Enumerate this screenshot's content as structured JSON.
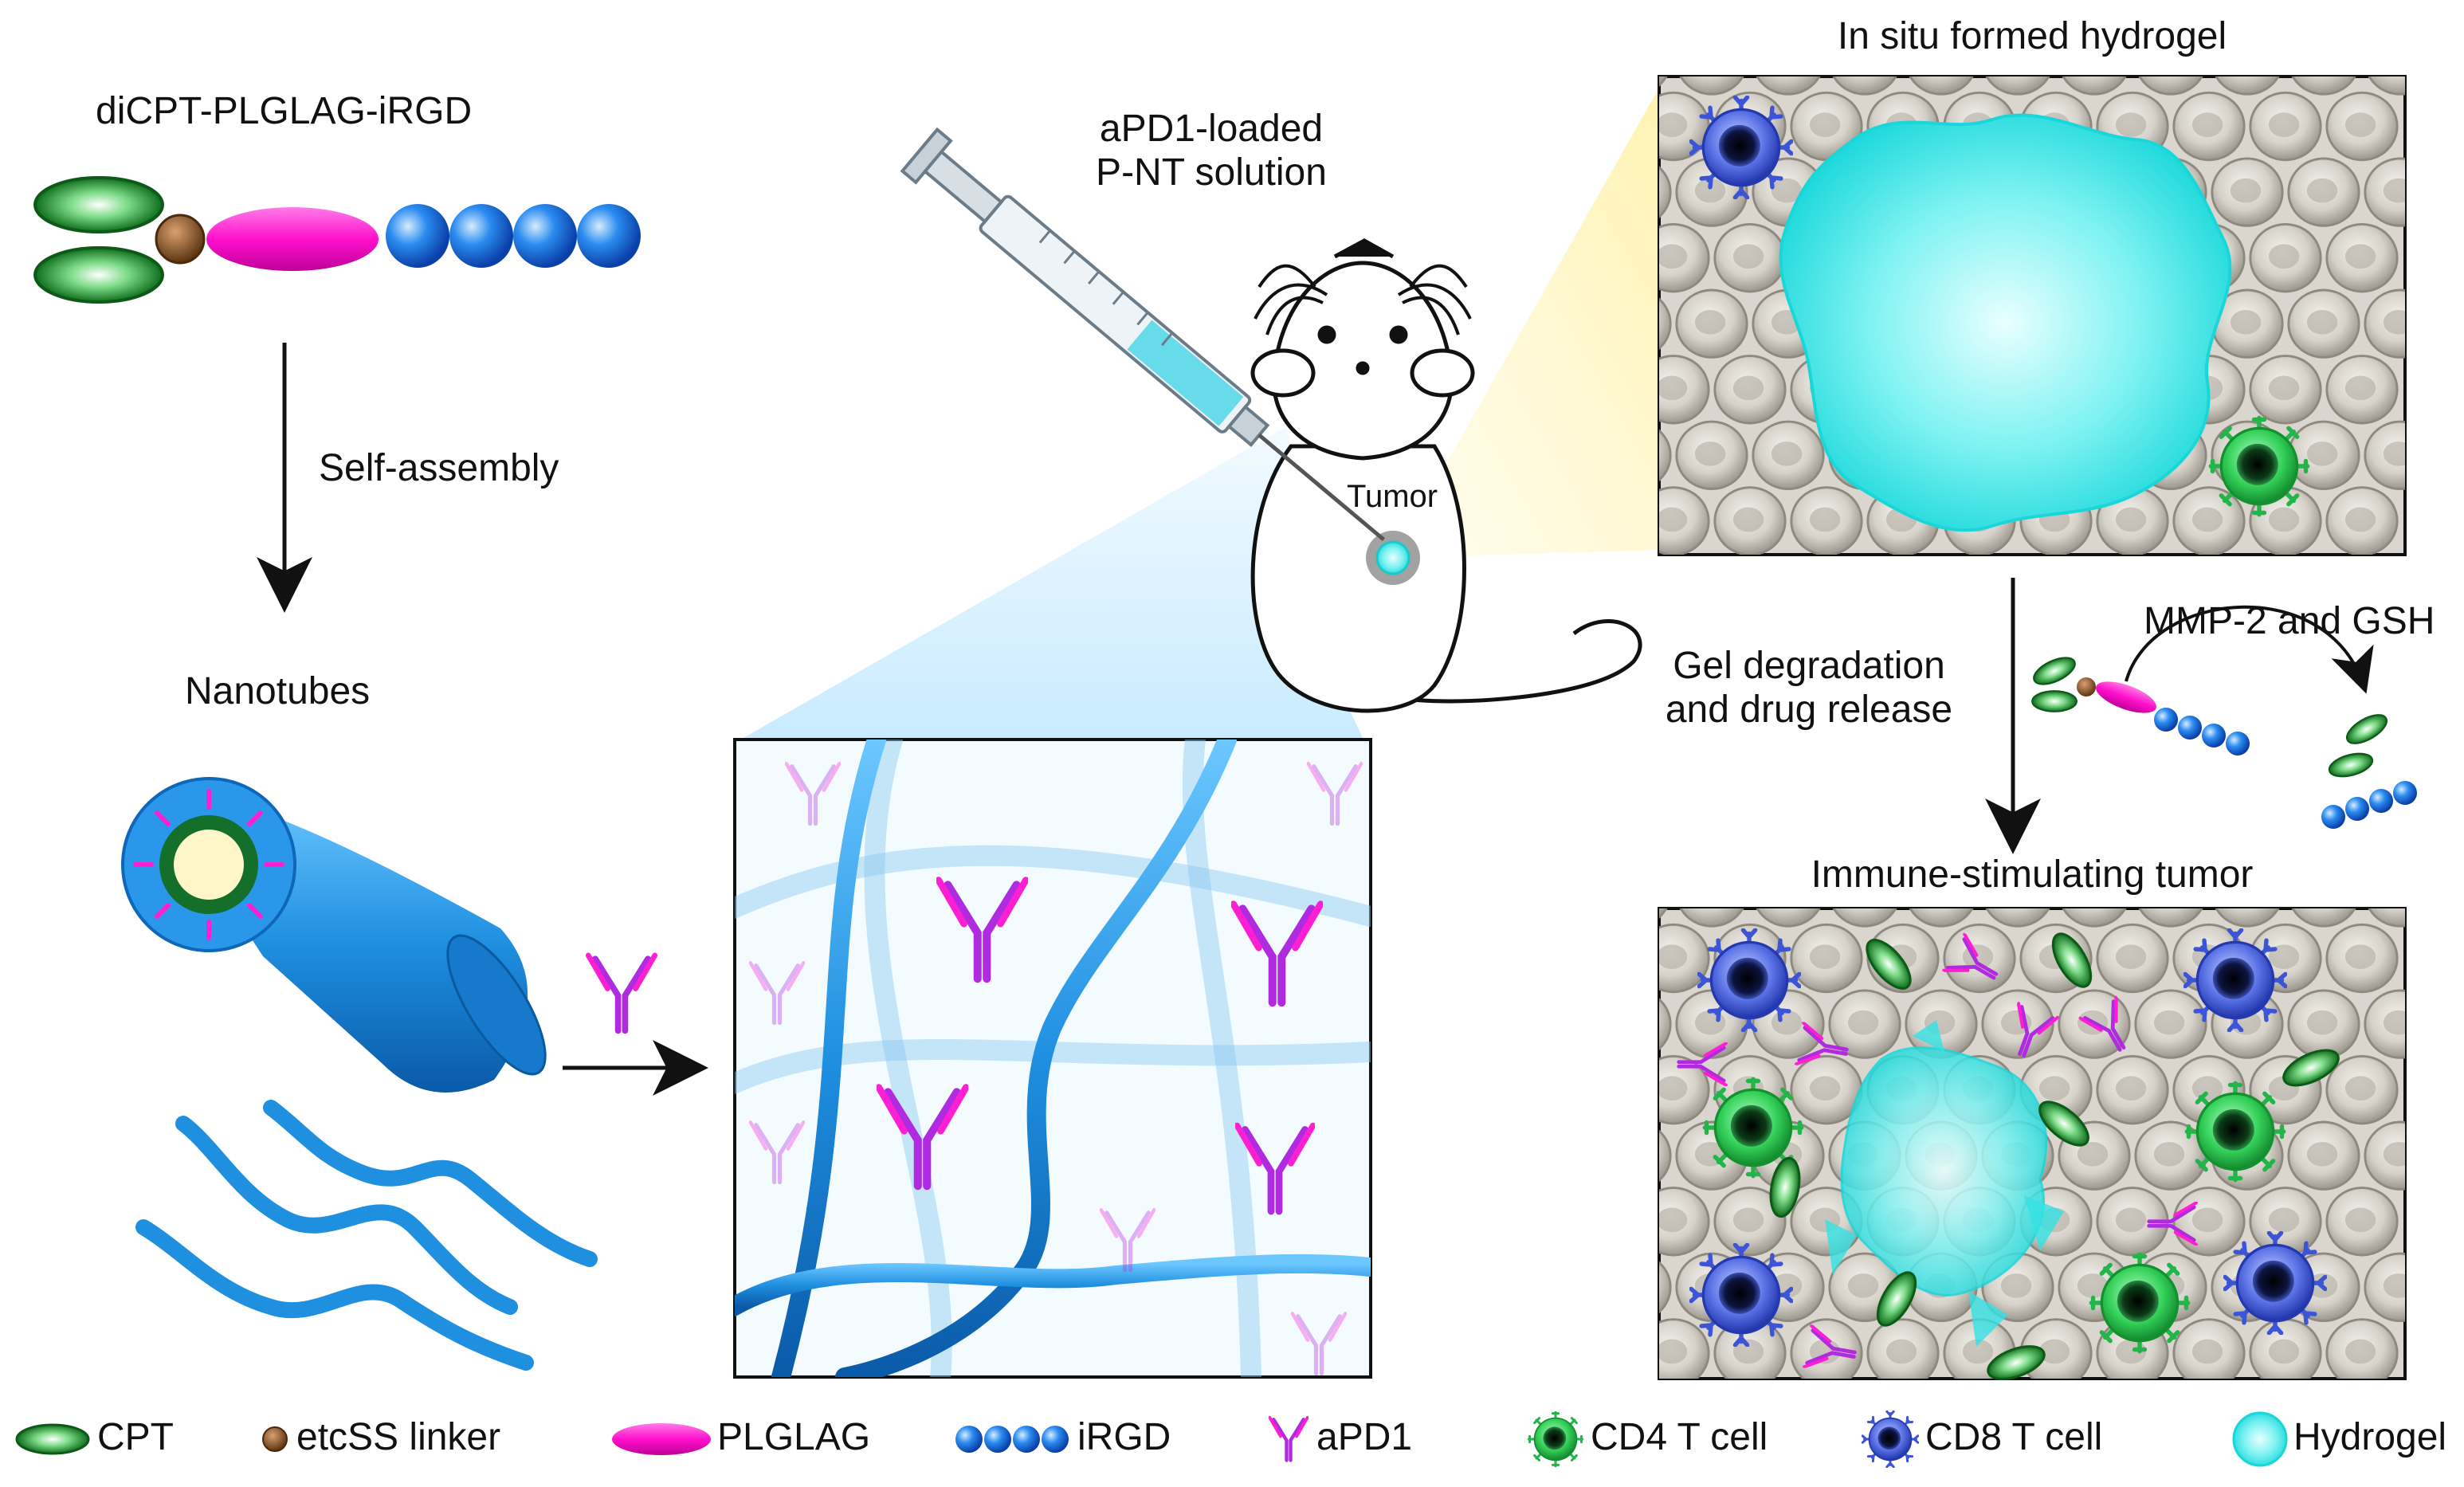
{
  "titles": {
    "molecule": "diCPT-PLGLAG-iRGD",
    "self_assembly": "Self-assembly",
    "nanotubes": "Nanotubes",
    "injection": "aPD1-loaded\nP-NT solution",
    "tumor": "Tumor",
    "hydrogel_panel": "In situ formed hydrogel",
    "release": "Gel degradation\nand drug release",
    "enzymes": "MMP-2 and GSH",
    "immune_panel": "Immune-stimulating tumor"
  },
  "legend": [
    {
      "icon": "cpt-icon",
      "label": "CPT"
    },
    {
      "icon": "etcss-linker-icon",
      "label": "etcSS linker"
    },
    {
      "icon": "plglag-icon",
      "label": "PLGLAG"
    },
    {
      "icon": "irgd-icon",
      "label": "iRGD"
    },
    {
      "icon": "apd1-icon",
      "label": "aPD1"
    },
    {
      "icon": "cd4-t-cell-icon",
      "label": "CD4 T cell"
    },
    {
      "icon": "cd8-t-cell-icon",
      "label": "CD8 T cell"
    },
    {
      "icon": "hydrogel-icon",
      "label": "Hydrogel"
    }
  ],
  "colors": {
    "cpt": "#1f8a2a",
    "linker": "#7a4a22",
    "plglag": "#ff1fd2",
    "irgd": "#1a6fe0",
    "apd1": "#b02be0",
    "cd4": "#2fcf5a",
    "cd8": "#3a56d8",
    "hydrogel": "#2ee8e8",
    "fiber": "#1f8fe0"
  }
}
